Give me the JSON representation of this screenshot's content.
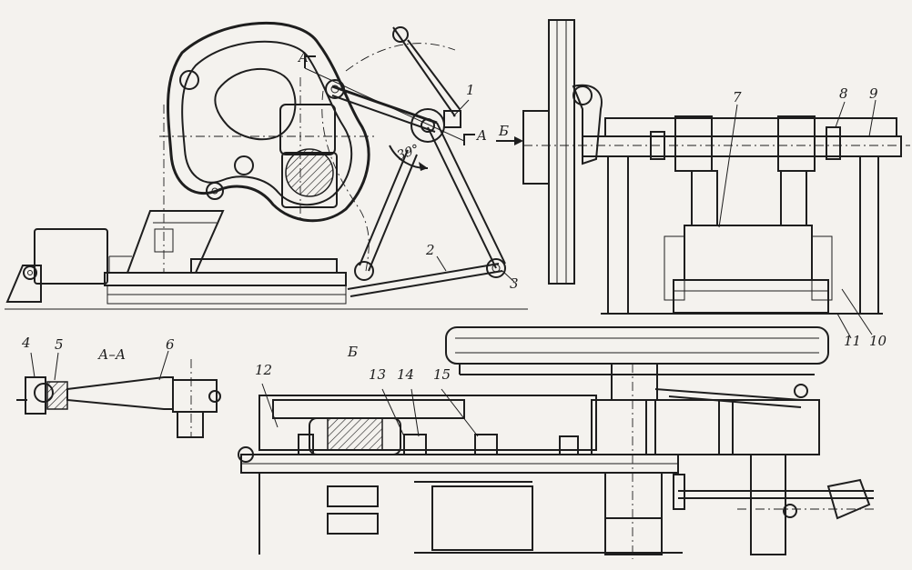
{
  "callouts": [
    "1",
    "2",
    "3",
    "4",
    "5",
    "6",
    "7",
    "8",
    "9",
    "10",
    "11",
    "12",
    "13",
    "14",
    "15"
  ],
  "section_marks": {
    "a_upper": "A",
    "a_right": "A",
    "b_arrow": "Б",
    "section_aa_title": "А–А",
    "view_b_title": "Б"
  },
  "angle_label": "39°"
}
